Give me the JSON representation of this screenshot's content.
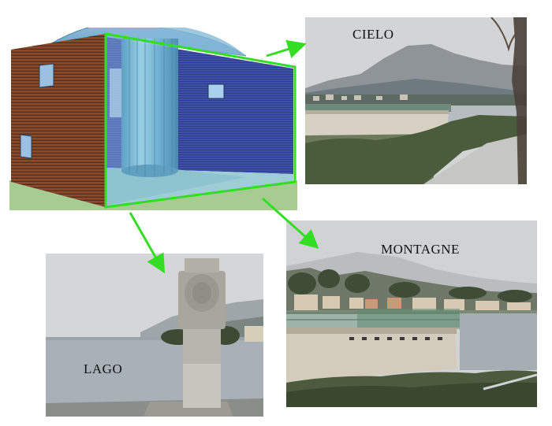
{
  "labels": {
    "cielo": "CIELO",
    "montagne": "MONTAGNE",
    "lago": "LAGO"
  },
  "colors": {
    "arrow": "#33dd22",
    "cutaway_outline": "#33dd22",
    "wood_cladding": "#8a4a2e",
    "glass_blue": "#7ab8d6",
    "interior_wall": "#3a4a9e",
    "ground": "#a7cc92",
    "lake": "#a9b0b8",
    "sky": "#d2d4d6"
  }
}
